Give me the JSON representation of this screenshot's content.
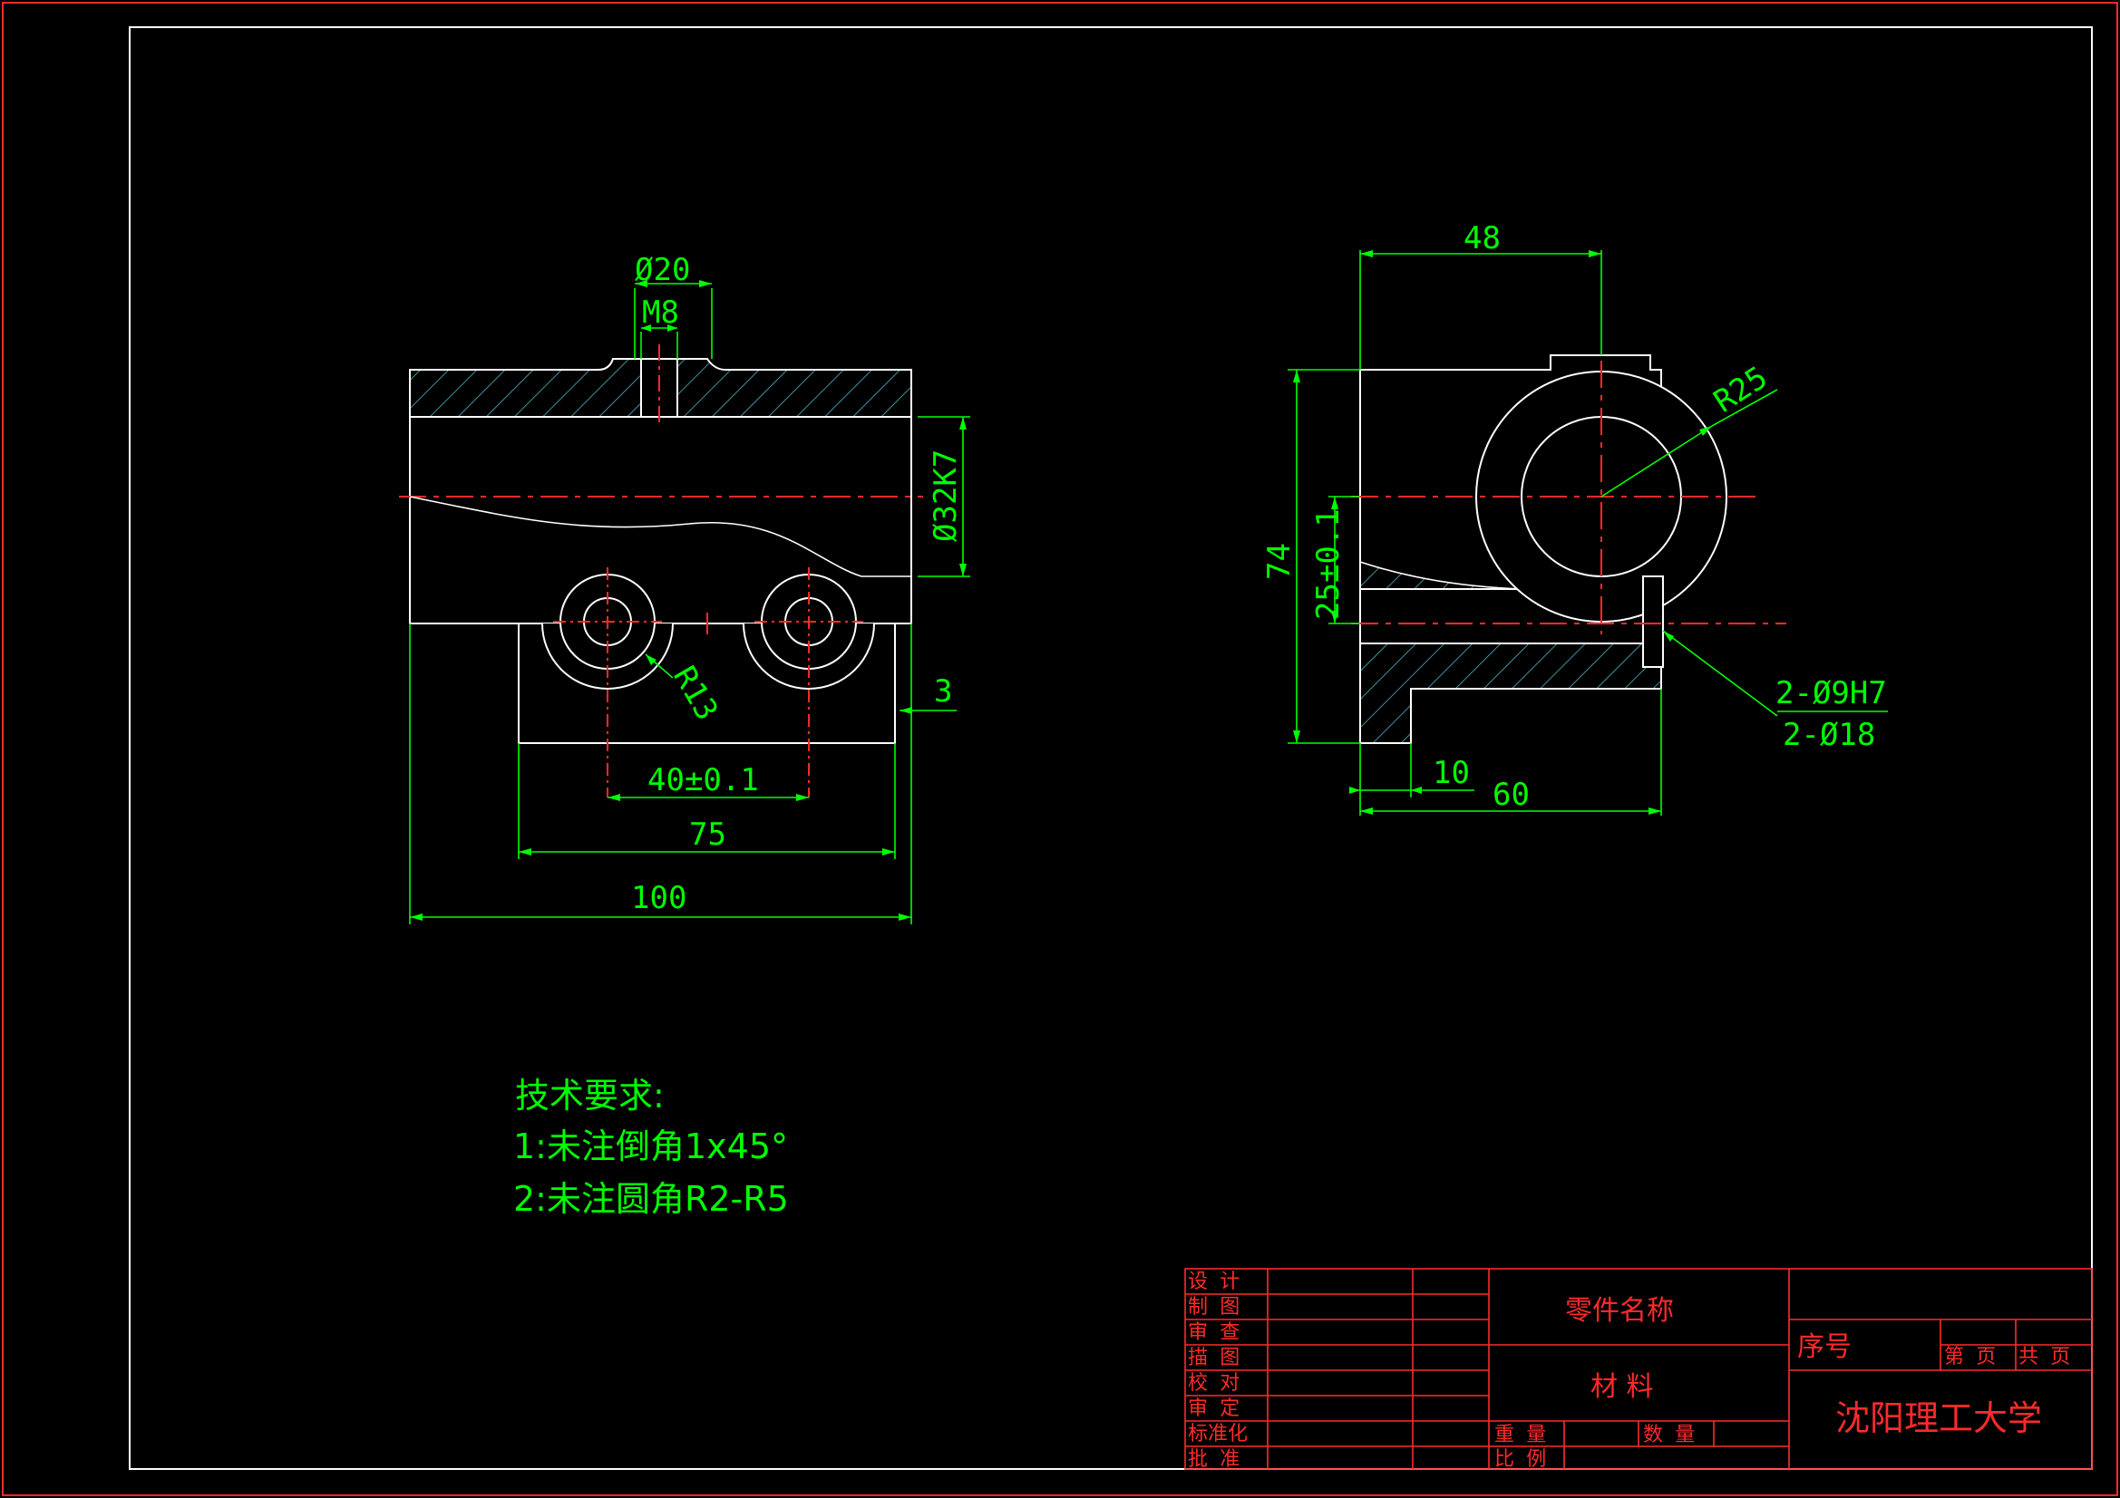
{
  "colors": {
    "background": "#000000",
    "frame": "#ff2a2a",
    "outline": "#ffffff",
    "dimension": "#00ff00",
    "centerline": "#ff2a2a",
    "hatch": "#4fb6c8"
  },
  "front_view": {
    "dims": {
      "top_dia": "Ø20",
      "thread": "M8",
      "bore": "Ø32K7",
      "radius": "R13",
      "offset": "3",
      "pitch": "40±0.1",
      "base_width": "75",
      "overall_width": "100"
    }
  },
  "side_view": {
    "dims": {
      "width_top": "48",
      "radius": "R25",
      "height": "74",
      "hole_height": "25±0.1",
      "holes_fit": "2-Ø9H7",
      "holes_dia": "2-Ø18",
      "step": "10",
      "depth": "60"
    }
  },
  "tech_requirements": {
    "title": "技术要求:",
    "line1": "1:未注倒角1x45°",
    "line2": "2:未注圆角R2-R5"
  },
  "title_block": {
    "roles": [
      "设  计",
      "制  图",
      "审  查",
      "描  图",
      "校  对",
      "审  定",
      "标准化",
      "批  准"
    ],
    "part_name_label": "零件名称",
    "material_label": "材   料",
    "weight_label": "重   量",
    "quantity_label": "数   量",
    "scale_label": "比   例",
    "seq_label": "序号",
    "sheet_label": "第  页",
    "total_label": "共  页",
    "university": "沈阳理工大学"
  }
}
